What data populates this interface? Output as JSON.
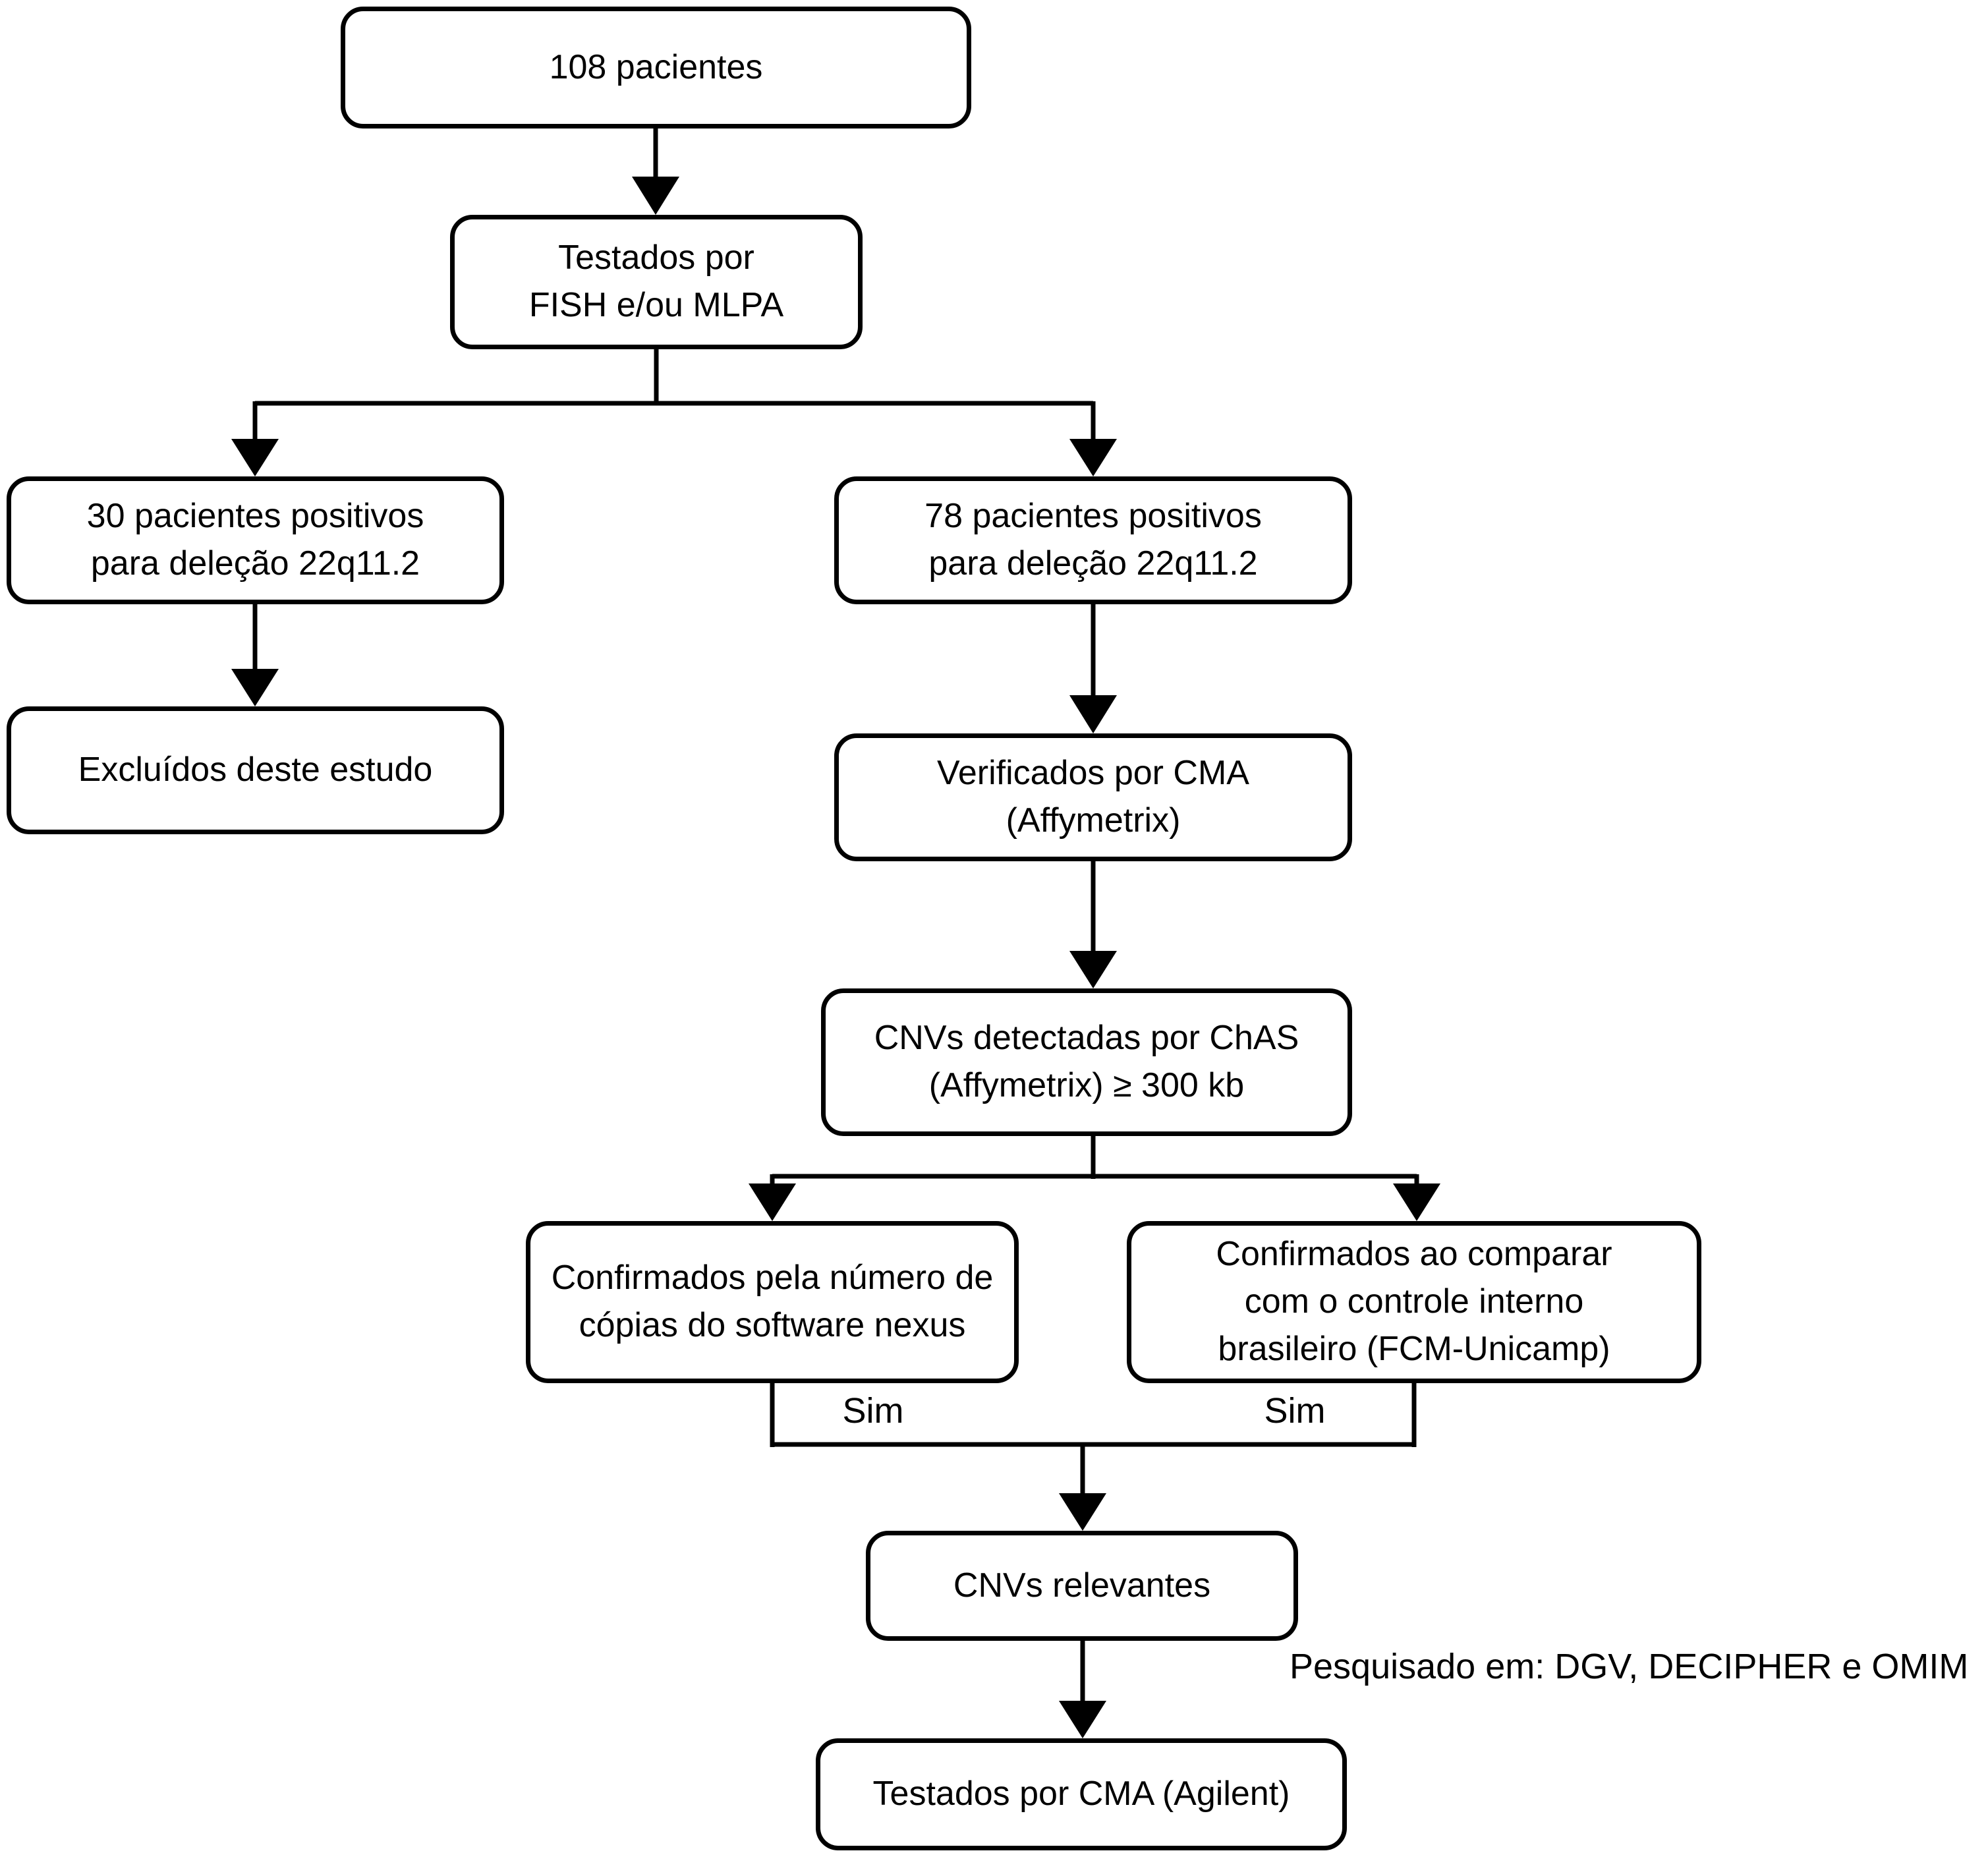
{
  "diagram": {
    "nodes": {
      "patients_total": "108 pacientes",
      "tested_fish_mlpa": "Testados por\nFISH e/ou MLPA",
      "positive_30": "30 pacientes positivos\npara deleção 22q11.2",
      "positive_78": "78 pacientes positivos\npara deleção 22q11.2",
      "excluded": "Excluídos deste estudo",
      "verified_cma": "Verificados por CMA\n(Affymetrix)",
      "cnvs_chas": "CNVs detectadas por ChAS\n(Affymetrix) ≥ 300 kb",
      "confirmed_nexus": "Confirmados pela número de\ncópias do software nexus",
      "confirmed_control": "Confirmados ao comparar\ncom o controle interno\nbrasileiro (FCM-Unicamp)",
      "cnvs_relevant": "CNVs relevantes",
      "tested_agilent": "Testados por CMA (Agilent)"
    },
    "edge_labels": {
      "sim_left": "Sim",
      "sim_right": "Sim"
    },
    "annotation": "Pesquisado em: DGV, DECIPHER e OMIM",
    "colors": {
      "stroke": "#000000",
      "text": "#000000",
      "background": "#ffffff"
    }
  }
}
